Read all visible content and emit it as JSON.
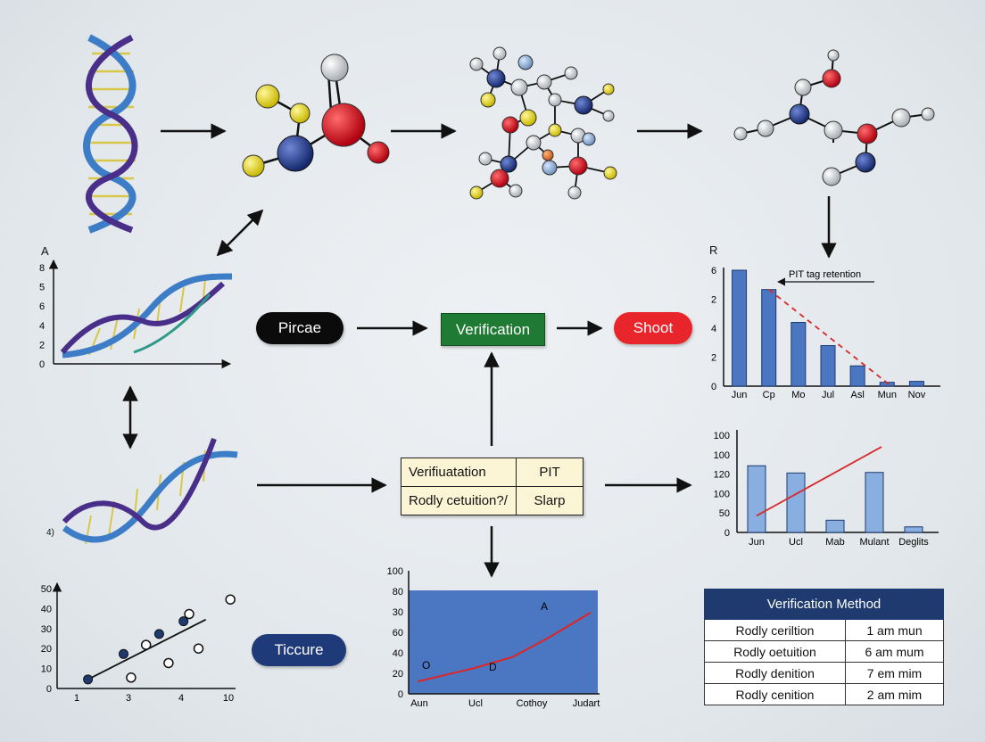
{
  "pills": {
    "pircae": "Pircae",
    "verification": "Verification",
    "shoot": "Shoot",
    "ticcure": "Ticcure"
  },
  "mid_table": [
    [
      "Verifiuatation",
      "PIT"
    ],
    [
      "Rodly cetuition?/",
      "Slarp"
    ]
  ],
  "method_table": {
    "header": "Verification Method",
    "rows": [
      [
        "Rodly ceriltion",
        "1 am mun"
      ],
      [
        "Rodly oetuition",
        "6 am mum"
      ],
      [
        "Rodly denition",
        "7 em mim"
      ],
      [
        "Rodly cenition",
        "2 am mim"
      ]
    ]
  },
  "panel_labels": {
    "a": "A",
    "r": "R",
    "d": "4)"
  },
  "chart_data": [
    {
      "type": "line",
      "title": "",
      "xlabel": "",
      "ylabel": "",
      "yticks": [
        "0",
        "2",
        "4",
        "6",
        "5",
        "8"
      ],
      "ylim": [
        0,
        8
      ],
      "series": []
    },
    {
      "type": "bar",
      "annotation": "PIT tag retention",
      "categories": [
        "Jun",
        "Cp",
        "Mo",
        "Jul",
        "Asl",
        "Mun",
        "Nov"
      ],
      "values": [
        6,
        5,
        3.3,
        2.1,
        1.05,
        0.2,
        0.25
      ],
      "yticks": [
        "0",
        "2",
        "4",
        "2",
        "6"
      ],
      "ylim": [
        0,
        6
      ],
      "trend": [
        [
          5,
          1
        ],
        [
          0.05,
          5.1
        ]
      ]
    },
    {
      "type": "bar",
      "categories": [
        "Jun",
        "Ucl",
        "Mab",
        "Mulant",
        "Deglits"
      ],
      "values": [
        120,
        107,
        22,
        108,
        10
      ],
      "yticks": [
        "0",
        "50",
        "100",
        "120",
        "100",
        "100"
      ],
      "ylim": [
        0,
        175
      ],
      "trend": [
        [
          0,
          30
        ],
        [
          3,
          154
        ]
      ]
    },
    {
      "type": "scatter",
      "xticks": [
        "1",
        "3",
        "4",
        "10"
      ],
      "yticks": [
        "0",
        "10",
        "20",
        "30",
        "40",
        "50"
      ],
      "ylim": [
        0,
        55
      ],
      "points_open": [
        [
          1.45,
          6
        ],
        [
          1.85,
          24
        ],
        [
          2.45,
          14
        ],
        [
          3.0,
          41
        ],
        [
          3.25,
          22
        ],
        [
          4.1,
          49
        ]
      ],
      "points_filled": [
        [
          0.3,
          5
        ],
        [
          1.25,
          19
        ],
        [
          2.2,
          30
        ],
        [
          2.85,
          37
        ]
      ]
    },
    {
      "type": "line",
      "xticks": [
        "Aun",
        "Ucl",
        "Cothoy",
        "Judart"
      ],
      "yticks": [
        "0",
        "20",
        "40",
        "60",
        "30",
        "80",
        "100"
      ],
      "ylim": [
        0,
        100
      ],
      "series": [
        {
          "values": [
            [
              0,
              10
            ],
            [
              0.33,
              21
            ],
            [
              0.55,
              30
            ],
            [
              0.75,
              45
            ],
            [
              1,
              66
            ]
          ]
        }
      ],
      "annotations": [
        "A",
        "O",
        "D"
      ]
    }
  ]
}
